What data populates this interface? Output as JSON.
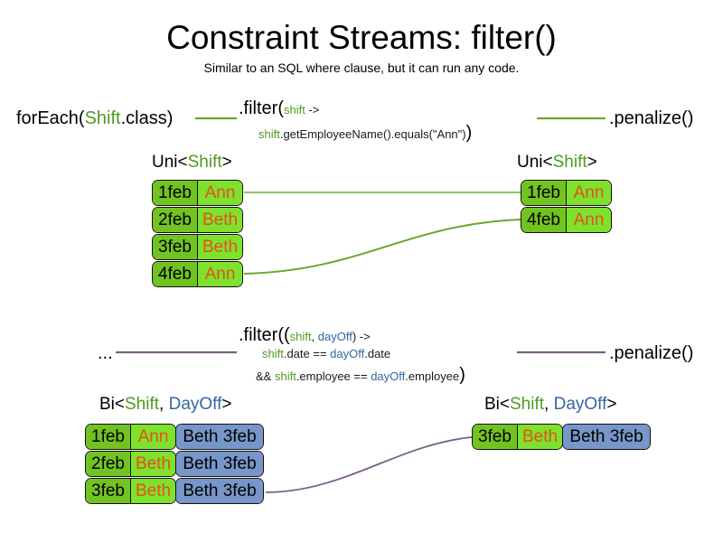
{
  "title": "Constraint Streams: filter()",
  "subtitle": "Similar to an SQL where clause, but it can run any code.",
  "colors": {
    "shift_green_dark": "#72c322",
    "shift_green_light": "#7ee22c",
    "dayoff_blue": "#7796c9",
    "employee_orange": "#e2511c",
    "wire_green": "#6aa72a",
    "wire_purple": "#7c5e85",
    "token_green": "#4f9b21",
    "token_blue": "#3465a4"
  },
  "section_uni": {
    "source_label": {
      "prefix": "forEach(",
      "type": "Shift",
      "suffix": ".class)"
    },
    "filter_code": {
      "line1_head": ".filter(",
      "line1_var": "shift",
      "line1_tail": " ->",
      "line2_var": "shift",
      "line2_tail": ".getEmployeeName().equals(\"Ann\")",
      "line2_close": ")"
    },
    "penalize_label": ".penalize()",
    "input_type": {
      "prefix": "Uni<",
      "t1": "Shift",
      "suffix": ">"
    },
    "output_type": {
      "prefix": "Uni<",
      "t1": "Shift",
      "suffix": ">"
    },
    "input_rows": [
      {
        "date": "1feb",
        "employee": "Ann"
      },
      {
        "date": "2feb",
        "employee": "Beth"
      },
      {
        "date": "3feb",
        "employee": "Beth"
      },
      {
        "date": "4feb",
        "employee": "Ann"
      }
    ],
    "output_rows": [
      {
        "date": "1feb",
        "employee": "Ann"
      },
      {
        "date": "4feb",
        "employee": "Ann"
      }
    ]
  },
  "section_bi": {
    "source_label": "...",
    "filter_code": {
      "line1_head": ".filter((",
      "line1_var1": "shift",
      "line1_sep": ", ",
      "line1_var2": "dayOff",
      "line1_tail": ") ->",
      "line2_var1": "shift",
      "line2_mid": ".date == ",
      "line2_var2": "dayOff",
      "line2_tail": ".date",
      "line3_head": "&& ",
      "line3_var1": "shift",
      "line3_mid": ".employee == ",
      "line3_var2": "dayOff",
      "line3_tail": ".employee",
      "line3_close": ")"
    },
    "penalize_label": ".penalize()",
    "input_type": {
      "prefix": "Bi<",
      "t1": "Shift",
      "sep": ", ",
      "t2": "DayOff",
      "suffix": ">"
    },
    "output_type": {
      "prefix": "Bi<",
      "t1": "Shift",
      "sep": ", ",
      "t2": "DayOff",
      "suffix": ">"
    },
    "input_rows": [
      {
        "date": "1feb",
        "employee": "Ann",
        "dayoff": "Beth 3feb"
      },
      {
        "date": "2feb",
        "employee": "Beth",
        "dayoff": "Beth 3feb"
      },
      {
        "date": "3feb",
        "employee": "Beth",
        "dayoff": "Beth 3feb"
      }
    ],
    "output_rows": [
      {
        "date": "3feb",
        "employee": "Beth",
        "dayoff": "Beth 3feb"
      }
    ]
  }
}
